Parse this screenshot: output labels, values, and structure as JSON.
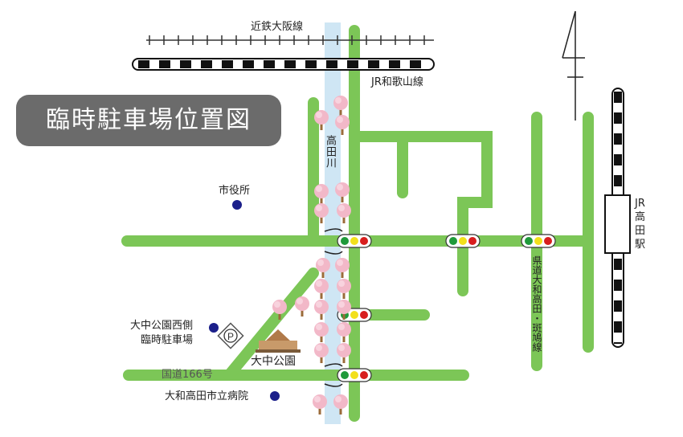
{
  "title": "臨時駐車場位置図",
  "lines": {
    "kintetsu": "近鉄大阪線",
    "jr_wakayama": "JR和歌山線"
  },
  "river": "高田川",
  "station": "JR高田駅",
  "prefectural_road": "県道大和高田・斑鳩線",
  "route": "国道166号",
  "places": {
    "city_hall": "市役所",
    "parking": "大中公園西側\n臨時駐車場",
    "parking_line1": "大中公園西側",
    "parking_line2": "臨時駐車場",
    "park": "大中公園",
    "hospital": "大和高田市立病院",
    "parking_symbol": "P"
  },
  "colors": {
    "road": "#7cc657",
    "river": "#cfe6f4",
    "title_bg": "#6b6b6b",
    "dot": "#1b1f8a"
  }
}
